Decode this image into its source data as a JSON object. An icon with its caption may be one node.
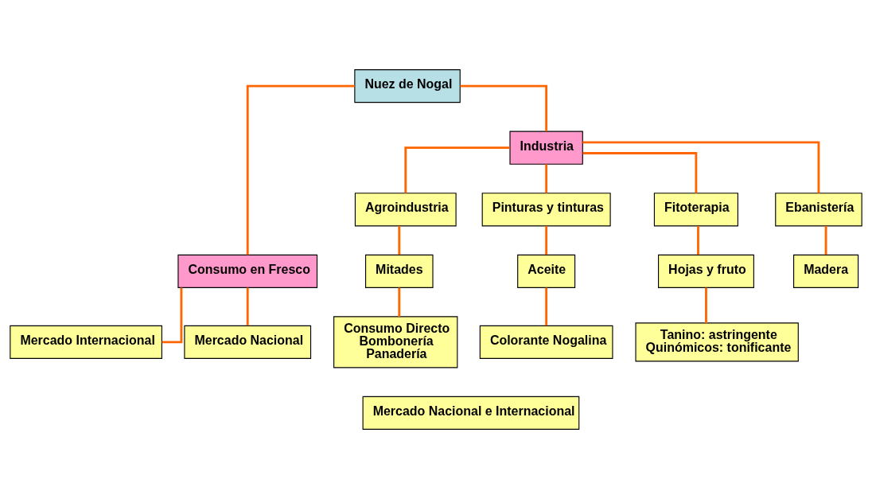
{
  "diagram": {
    "nodes": [
      {
        "text": [
          "Nuez de Nogal"
        ]
      },
      {
        "text": [
          "Consumo en Fresco"
        ]
      },
      {
        "text": [
          "Industria"
        ]
      },
      {
        "text": [
          "Mercado Internacional"
        ]
      },
      {
        "text": [
          "Mercado Nacional"
        ]
      },
      {
        "text": [
          "Agroindustria"
        ]
      },
      {
        "text": [
          "Pinturas y tinturas"
        ]
      },
      {
        "text": [
          "Fitoterapia"
        ]
      },
      {
        "text": [
          "Ebanistería"
        ]
      },
      {
        "text": [
          "Mitades"
        ]
      },
      {
        "text": [
          "Aceite"
        ]
      },
      {
        "text": [
          "Hojas y fruto"
        ]
      },
      {
        "text": [
          "Madera"
        ]
      },
      {
        "text": [
          "Consumo Directo",
          "Bombonería",
          "Panadería"
        ]
      },
      {
        "text": [
          "Colorante Nogalina"
        ]
      },
      {
        "text": [
          "Tanino: astringente",
          "Quinómicos: tonificante"
        ]
      },
      {
        "text": [
          "Mercado Nacional e Internacional"
        ]
      }
    ],
    "edges": [
      {
        "from": 0,
        "to": 1,
        "arrow": "none"
      },
      {
        "from": 0,
        "to": 2,
        "arrow": "none"
      },
      {
        "from": 1,
        "to": 3,
        "arrow": "none"
      },
      {
        "from": 1,
        "to": 4,
        "arrow": "none"
      },
      {
        "from": 2,
        "to": 5,
        "arrow": "none"
      },
      {
        "from": 2,
        "to": 6,
        "arrow": "none"
      },
      {
        "from": 2,
        "to": 7,
        "arrow": "none"
      },
      {
        "from": 2,
        "to": 8,
        "arrow": "none"
      },
      {
        "from": 5,
        "to": 9,
        "arrow": "none"
      },
      {
        "from": 6,
        "to": 10,
        "arrow": "none"
      },
      {
        "from": 7,
        "to": 11,
        "arrow": "none"
      },
      {
        "from": 8,
        "to": 12,
        "arrow": "none"
      },
      {
        "from": 9,
        "to": 13,
        "arrow": "none"
      },
      {
        "from": 10,
        "to": 14,
        "arrow": "none"
      },
      {
        "from": 11,
        "to": 15,
        "arrow": "none"
      }
    ]
  }
}
